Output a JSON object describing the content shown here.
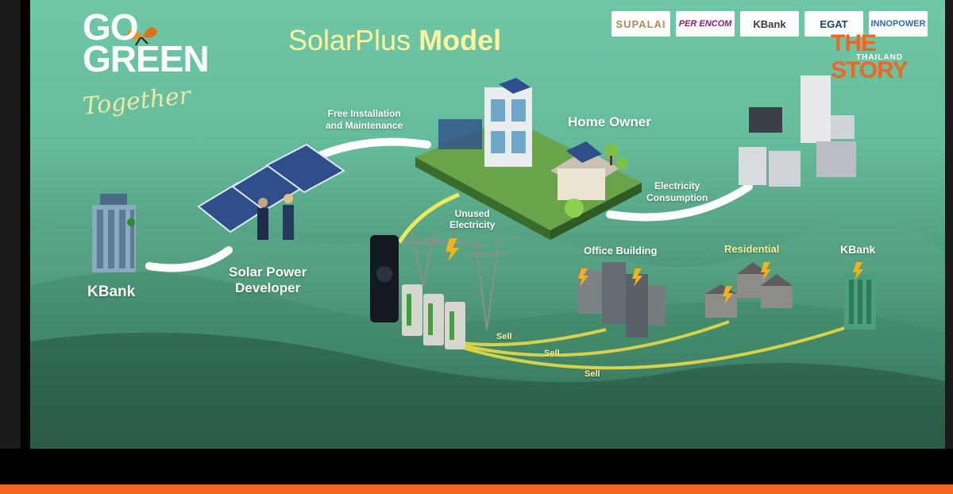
{
  "brand": {
    "go_green_line1": "GO",
    "go_green_line2": "GREEN",
    "together": "Together"
  },
  "title": {
    "part1": "SolarPlus",
    "part2": "Model"
  },
  "partner_logos": [
    "SUPALAI",
    "PER ENCOM",
    "KBank",
    "EGAT",
    "INNOPOWER"
  ],
  "watermark": {
    "name": "THE STORY",
    "country": "THAILAND"
  },
  "nodes": {
    "kbank_left": "KBank",
    "solar_power_developer_line1": "Solar Power",
    "solar_power_developer_line2": "Developer",
    "home_owner": "Home Owner",
    "office_building": "Office Building",
    "residential": "Residential",
    "kbank_right": "KBank"
  },
  "flows": {
    "free_install_line1": "Free Installation",
    "free_install_line2": "and Maintenance",
    "electricity_consumption_line1": "Electricity",
    "electricity_consumption_line2": "Consumption",
    "unused_electricity_line1": "Unused",
    "unused_electricity_line2": "Electricity",
    "sell_1": "Sell",
    "sell_2": "Sell",
    "sell_3": "Sell"
  },
  "colors": {
    "accent_orange": "#f26522",
    "title_yellow": "#fff3a0",
    "sell_line": "#d8d24a"
  }
}
